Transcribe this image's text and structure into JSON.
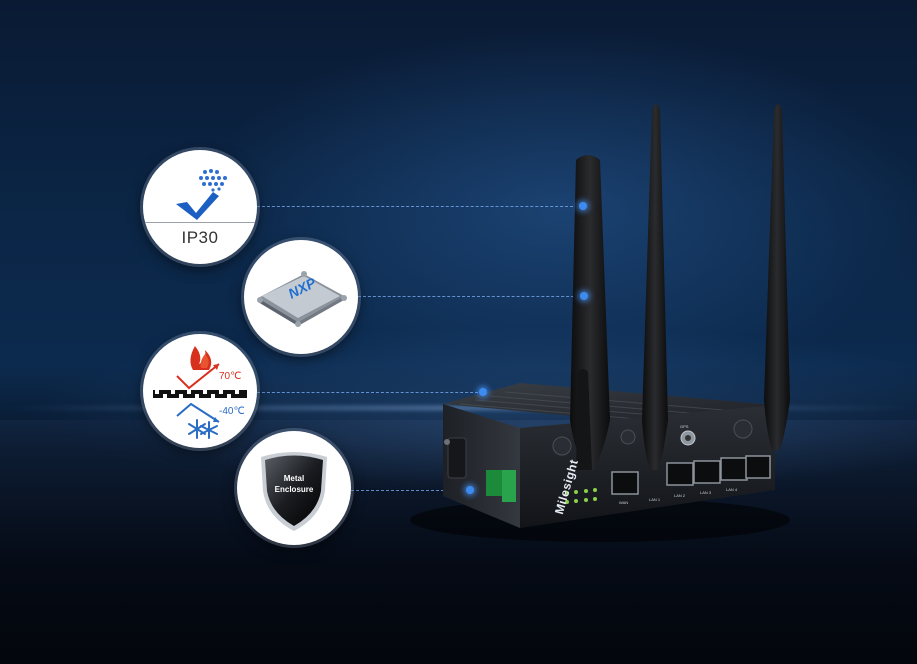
{
  "features": {
    "ip30": {
      "label": "IP30",
      "icon": "ip30-protection-icon"
    },
    "chip": {
      "label": "NXP",
      "icon": "nxp-chip-icon"
    },
    "temperature": {
      "hot": "70℃",
      "cold": "-40℃",
      "icon": "temperature-range-icon"
    },
    "enclosure": {
      "label_line1": "Metal",
      "label_line2": "Enclosure",
      "icon": "metal-shield-icon"
    }
  },
  "device": {
    "brand": "Milesight",
    "ports": [
      "WAN",
      "LAN 1",
      "LAN 2",
      "LAN 3",
      "LAN 4"
    ],
    "connectors": [
      "GPS"
    ]
  },
  "colors": {
    "accent_blue": "#3d8bf0",
    "hot_red": "#d8301e",
    "cold_blue": "#2a6cc4",
    "badge_bg": "#ffffff"
  }
}
